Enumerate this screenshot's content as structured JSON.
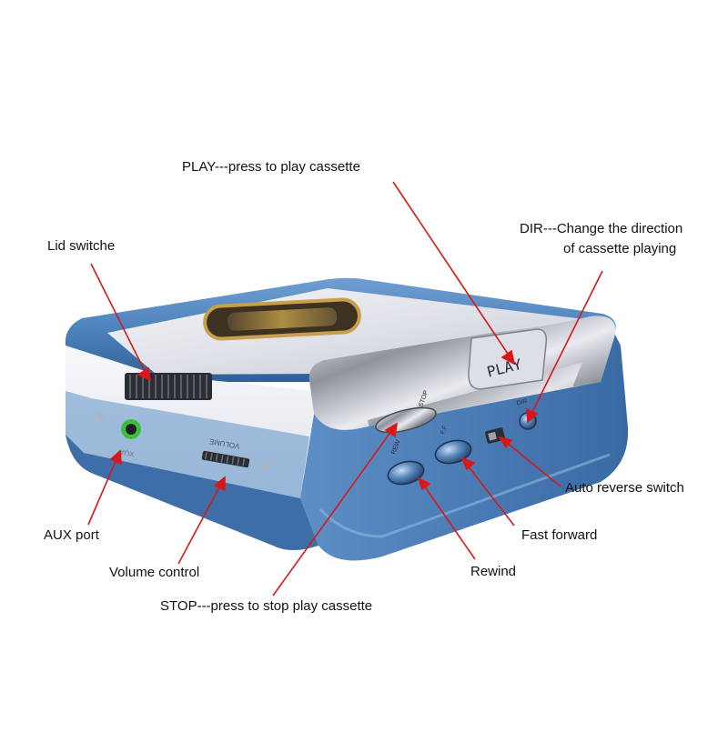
{
  "colors": {
    "body_blue": "#4a7fb8",
    "body_blue_dark": "#2f5f97",
    "lid_silver": "#e4e6ec",
    "chrome": "#b9bdc6",
    "leader_red": "#d81818",
    "aux_green": "#3cbf3c",
    "text": "#111111"
  },
  "device": {
    "name": "portable cassette player",
    "panel_labels": {
      "aux": "XUA",
      "volume": "VOLUME",
      "dir": "DIR",
      "play_panel": "PLAY",
      "stop": "STOP",
      "ff": "F.F",
      "rew": "REW"
    },
    "icons": [
      "aux-jack-icon",
      "volume-wheel-icon",
      "lid-switch-icon",
      "dir-button-icon",
      "auto-reverse-switch-icon"
    ]
  },
  "callouts": {
    "play": "PLAY---press to play cassette",
    "dir_line1": "DIR---Change the direction",
    "dir_line2": "of cassette playing",
    "lid": "Lid switche",
    "auto_reverse": "Auto reverse switch",
    "aux": "AUX port",
    "fast_forward": "Fast forward",
    "volume": "Volume control",
    "rewind": "Rewind",
    "stop": "STOP---press to stop play cassette"
  }
}
